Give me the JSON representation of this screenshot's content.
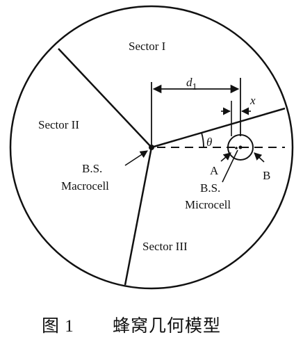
{
  "figure": {
    "sector_1": "Sector I",
    "sector_2": "Sector II",
    "sector_3": "Sector III",
    "macro_bs_line1": "B.S.",
    "macro_bs_line2": "Macrocell",
    "micro_bs_line1": "B.S.",
    "micro_bs_line2": "Microcell",
    "point_a": "A",
    "point_b": "B",
    "distance": "d",
    "distance_sub": "1",
    "offset": "x",
    "angle": "θ"
  },
  "caption": {
    "number": "图 1",
    "title": "蜂窝几何模型"
  }
}
